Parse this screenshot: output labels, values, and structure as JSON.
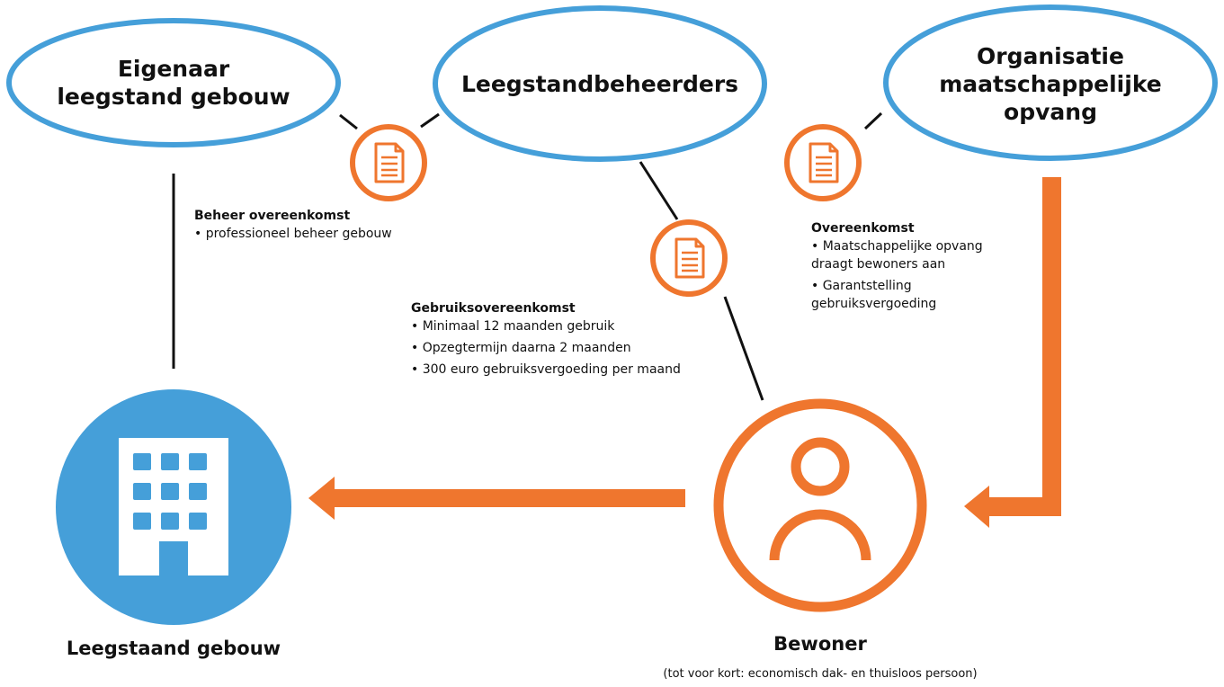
{
  "colors": {
    "blue": "#459fd9",
    "orange": "#ef762e",
    "line": "#111111",
    "white": "#ffffff"
  },
  "entities": {
    "owner": {
      "title_line1": "Eigenaar",
      "title_line2": "leegstand gebouw"
    },
    "managers": {
      "title": "Leegstandbeheerders"
    },
    "organisation": {
      "title_line1": "Organisatie",
      "title_line2": "maatschappelijke",
      "title_line3": "opvang"
    },
    "building": {
      "label": "Leegstaand gebouw",
      "icon": "building-icon"
    },
    "resident": {
      "label": "Bewoner",
      "sublabel": "(tot voor kort: economisch dak- en thuisloos persoon)",
      "icon": "person-icon"
    }
  },
  "contracts": {
    "management": {
      "icon": "document-icon",
      "title": "Beheer overeenkomst",
      "items": [
        "• professioneel beheer gebouw"
      ]
    },
    "usage": {
      "icon": "document-icon",
      "title": "Gebruiksovereenkomst",
      "items": [
        "• Minimaal 12 maanden gebruik",
        "• Opzegtermijn daarna 2 maanden",
        "• 300 euro gebruiksvergoeding per maand"
      ]
    },
    "agreement": {
      "icon": "document-icon",
      "title": "Overeenkomst",
      "items": [
        {
          "line1": "• Maatschappelijke opvang",
          "line2": "draagt bewoners aan"
        },
        {
          "line1": "• Garantstelling",
          "line2": "gebruiksvergoeding"
        }
      ]
    }
  }
}
